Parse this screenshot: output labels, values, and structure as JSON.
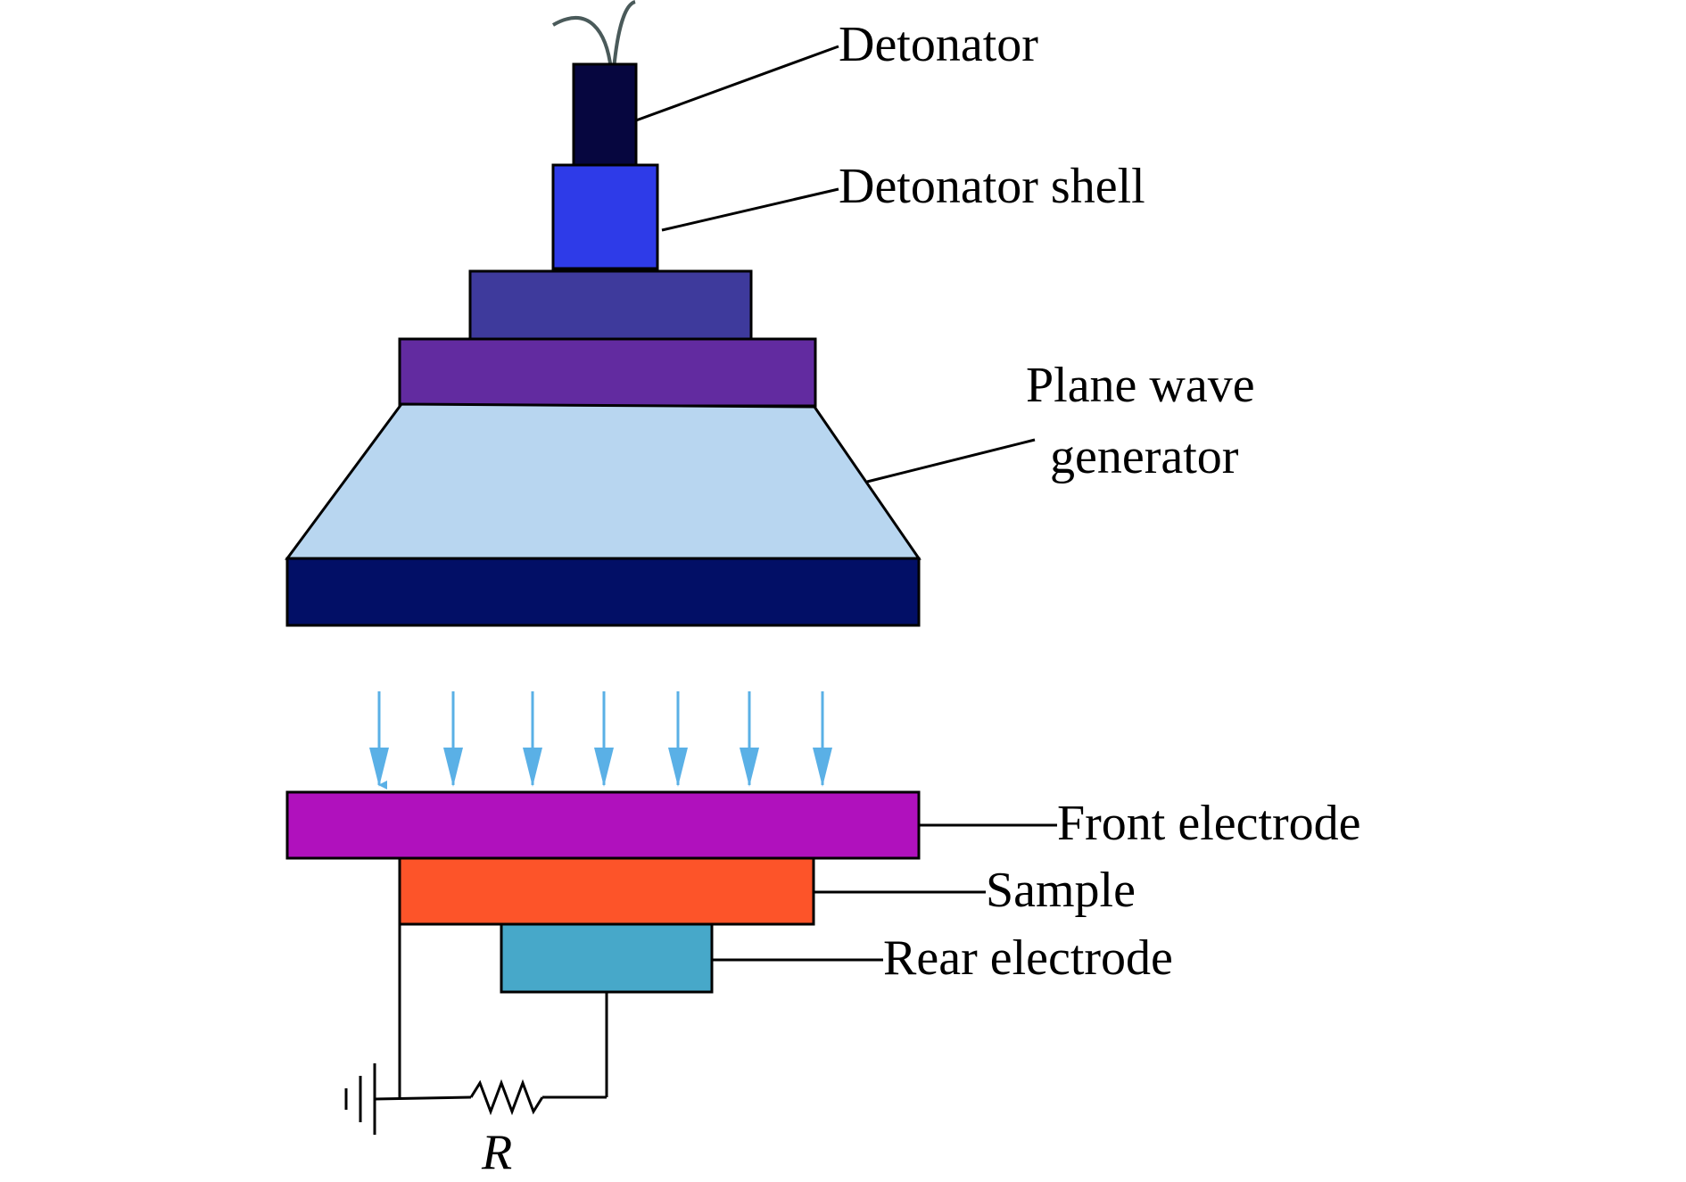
{
  "labels": {
    "detonator": "Detonator",
    "detonator_shell": "Detonator shell",
    "plane_wave_line1": "Plane wave",
    "plane_wave_line2": "generator",
    "front_electrode": "Front electrode",
    "sample": "Sample",
    "rear_electrode": "Rear electrode",
    "resistor": "R"
  },
  "colors": {
    "detonator": "#06063f",
    "detonator_shell": "#2e3be8",
    "charge_upper": "#3e3a9c",
    "charge_lower": "#622ba0",
    "generator_body": "#b8d6f0",
    "generator_base": "#020f66",
    "front_electrode": "#b011bd",
    "sample": "#fd5429",
    "rear_electrode": "#47a8c9",
    "shock_arrow": "#5ab0e6",
    "wire_lead": "#4a5a5a"
  },
  "icons": {
    "shock_arrows": "down-arrow-icon",
    "ground": "ground-icon",
    "resistor": "resistor-icon"
  }
}
